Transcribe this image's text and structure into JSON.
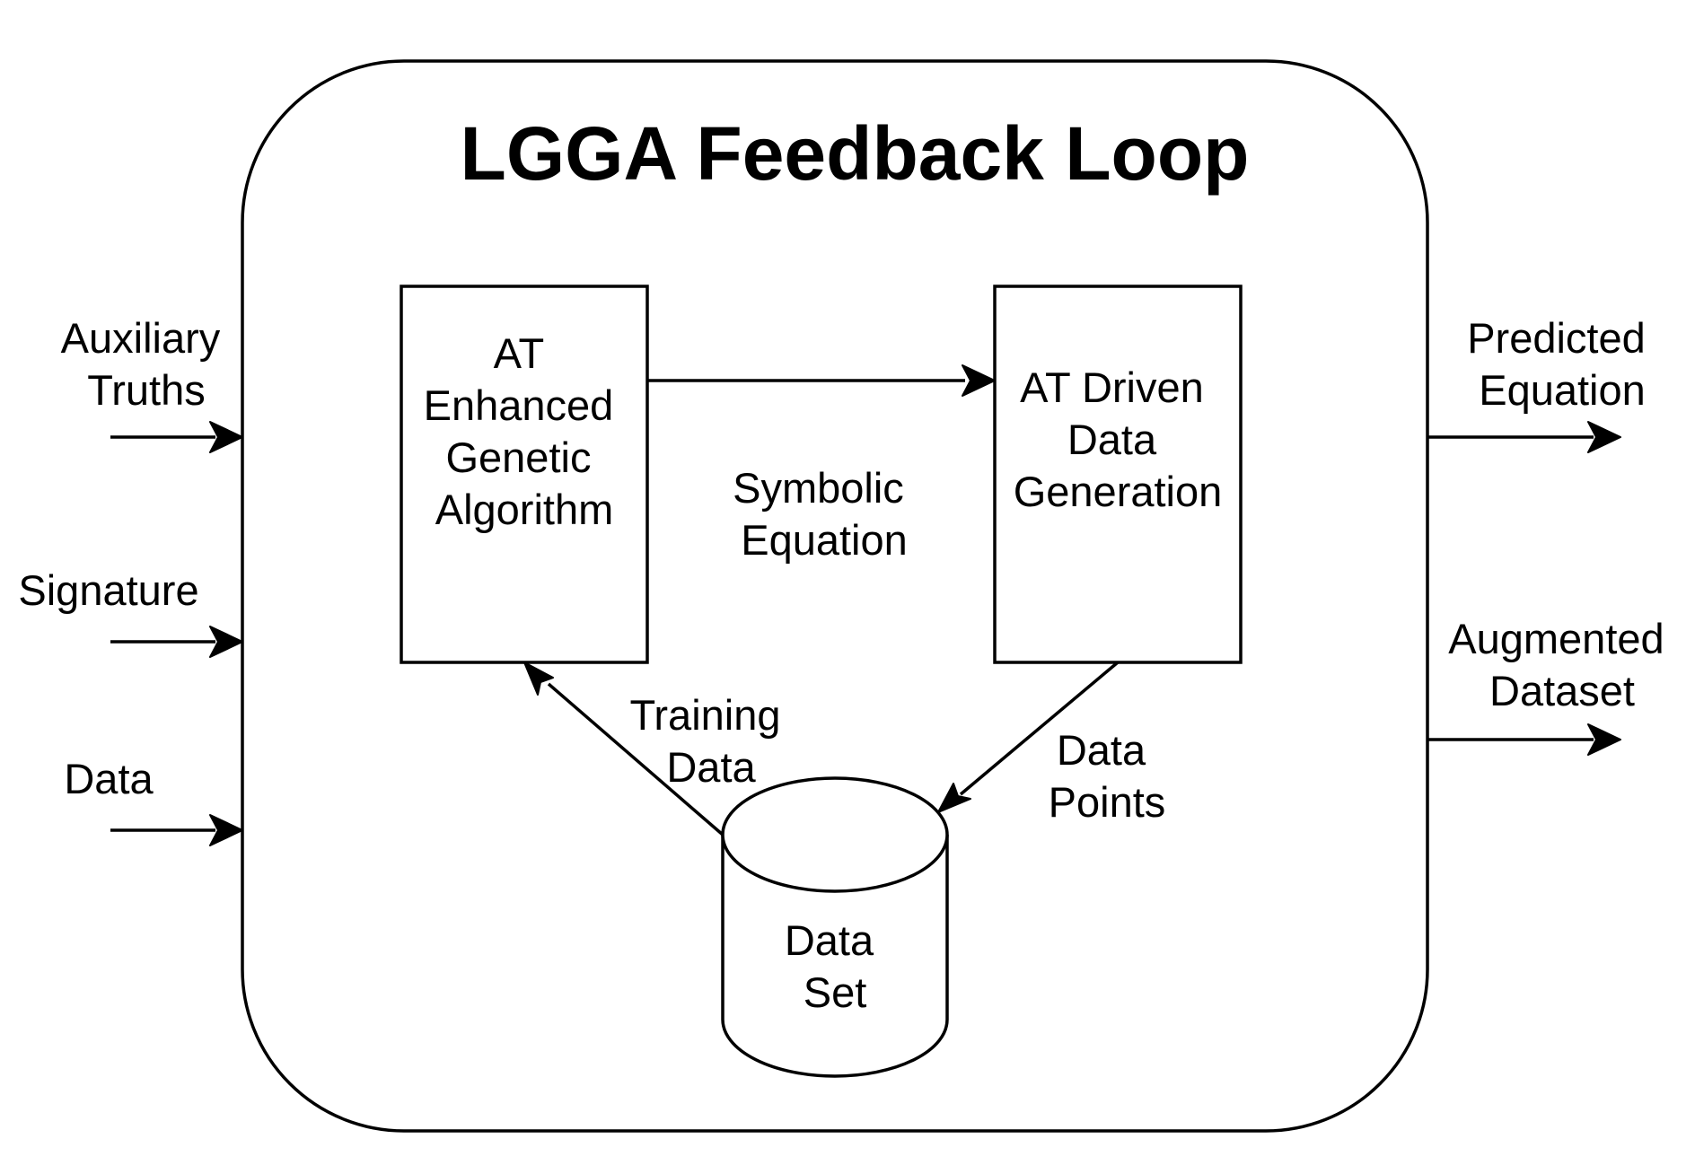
{
  "diagram": {
    "title": "LGGA Feedback Loop",
    "inputs": {
      "auxiliary_truths": [
        "Auxiliary",
        "Truths"
      ],
      "signature": [
        "Signature"
      ],
      "data": [
        "Data"
      ]
    },
    "outputs": {
      "predicted_equation": [
        "Predicted",
        "Equation"
      ],
      "augmented_dataset": [
        "Augmented",
        "Dataset"
      ]
    },
    "nodes": {
      "genetic_algorithm": [
        "AT",
        "Enhanced",
        "Genetic",
        "Algorithm"
      ],
      "data_generation": [
        "AT Driven",
        "Data",
        "Generation"
      ],
      "data_set": [
        "Data",
        "Set"
      ]
    },
    "edges": {
      "symbolic_equation": [
        "Symbolic",
        "Equation"
      ],
      "training_data": [
        "Training",
        "Data"
      ],
      "data_points": [
        "Data",
        "Points"
      ]
    }
  }
}
